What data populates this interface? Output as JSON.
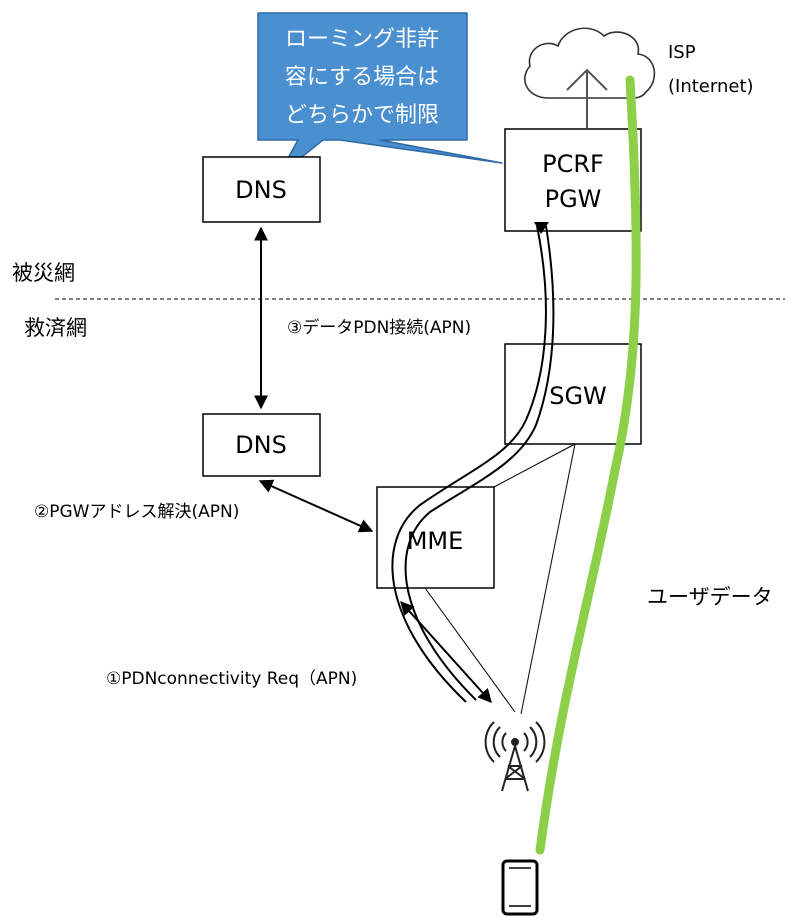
{
  "callout": {
    "line1": "ローミング非許",
    "line2": "容にする場合は",
    "line3": "どちらかで制限",
    "fill_color": "#4a8fd0",
    "stroke_color": "#2d6aa6"
  },
  "isp": {
    "line1": "ISP",
    "line2": "(Internet)"
  },
  "nodes": {
    "dns_top": "DNS",
    "pcrf_pgw_line1": "PCRF",
    "pcrf_pgw_line2": "PGW",
    "sgw": "SGW",
    "dns_bottom": "DNS",
    "mme": "MME"
  },
  "regions": {
    "disaster_network": "被災網",
    "relief_network": "救済網"
  },
  "labels": {
    "data_pdn": "③データPDN接続(APN)",
    "pgw_resolve": "②PGWアドレス解決(APN)",
    "pdn_req": "①PDNconnectivity Req（APN)",
    "user_data": "ユーザデータ"
  },
  "icons": {
    "cloud": "cloud-icon",
    "upload_arrow": "up-arrow-icon",
    "tower": "antenna-tower-icon",
    "phone": "smartphone-icon"
  },
  "colors": {
    "user_data_path": "#8cd04a",
    "box_stroke": "#000000"
  }
}
